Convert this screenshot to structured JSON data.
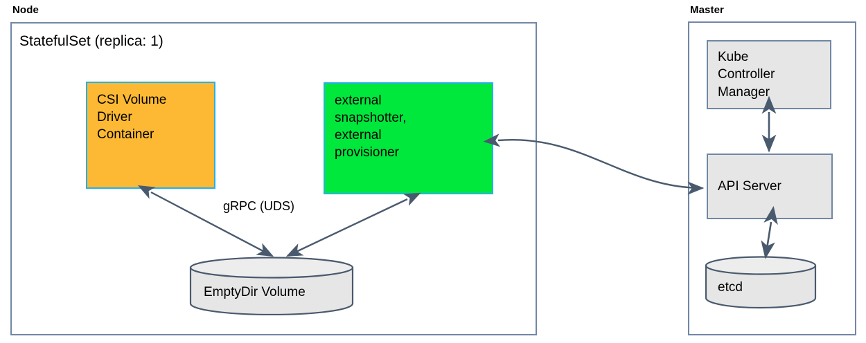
{
  "diagram": {
    "title_hidden": "",
    "groups": [
      {
        "id": "node",
        "caption": "Node"
      },
      {
        "id": "master",
        "caption": "Master"
      }
    ]
  },
  "node": {
    "caption": "Node",
    "statefulset_title": "StatefulSet (replica: 1)",
    "csi_driver": {
      "lines": [
        "CSI Volume",
        "Driver",
        "Container"
      ],
      "fill": "#fdb933",
      "stroke": "#24b0ea"
    },
    "external_controllers": {
      "lines": [
        "external",
        "snapshotter,",
        "external",
        "provisioner"
      ],
      "fill": "#00e83c",
      "stroke": "#24b0ea"
    },
    "emptydir_volume": {
      "label": "EmptyDir Volume",
      "fill": "#e6e6e6",
      "stroke": "#4a5a6e"
    },
    "grpc_label": "gRPC (UDS)"
  },
  "master": {
    "caption": "Master",
    "kube_controller_manager": {
      "lines": [
        "Kube",
        "Controller",
        "Manager"
      ],
      "fill": "#e6e6e6",
      "stroke": "#7187a5"
    },
    "api_server": {
      "label": "API Server",
      "fill": "#e6e6e6",
      "stroke": "#7187a5"
    },
    "etcd": {
      "label": "etcd",
      "fill": "#e6e6e6",
      "stroke": "#4a5a6e"
    }
  },
  "colors": {
    "container_stroke": "#7187a5",
    "connector_stroke": "#4a5a6e",
    "accent_cyan": "#24b0ea",
    "orange": "#fdb933",
    "green": "#00e83c",
    "gray_fill": "#e6e6e6",
    "background": "#ffffff"
  },
  "connectors": [
    {
      "name": "csi-driver-to-emptydir",
      "type": "double-arrow",
      "label": "gRPC (UDS)"
    },
    {
      "name": "external-controllers-to-emptydir",
      "type": "double-arrow",
      "label": ""
    },
    {
      "name": "external-controllers-to-api-server",
      "type": "double-arrow-curved",
      "label": ""
    },
    {
      "name": "kube-controller-manager-to-api-server",
      "type": "double-arrow",
      "label": ""
    },
    {
      "name": "api-server-to-etcd",
      "type": "double-arrow",
      "label": ""
    }
  ]
}
